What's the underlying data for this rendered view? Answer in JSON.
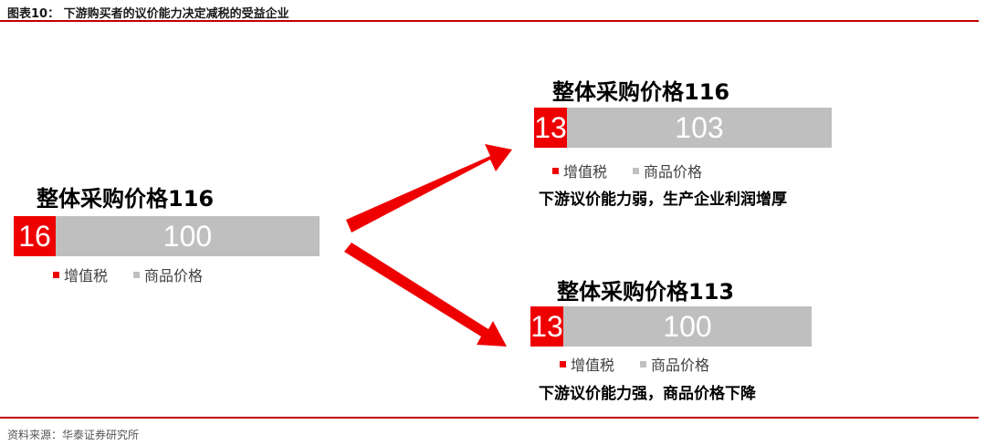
{
  "header": {
    "title": "图表10： 下游购买者的议价能力决定减税的受益企业"
  },
  "footer": {
    "source": "资料来源：华泰证券研究所"
  },
  "colors": {
    "tax": "#ee0000",
    "goods": "#bfbfbf",
    "rule": "#c00000"
  },
  "legend": {
    "tax_label": "增值税",
    "goods_label": "商品价格"
  },
  "blocks": {
    "left": {
      "title": "整体采购价格116",
      "tax": "16",
      "goods": "100"
    },
    "top_right": {
      "title": "整体采购价格116",
      "tax": "13",
      "goods": "103",
      "note": "下游议价能力弱，生产企业利润增厚"
    },
    "bottom_right": {
      "title": "整体采购价格113",
      "tax": "13",
      "goods": "100",
      "note": "下游议价能力强，商品价格下降"
    }
  }
}
